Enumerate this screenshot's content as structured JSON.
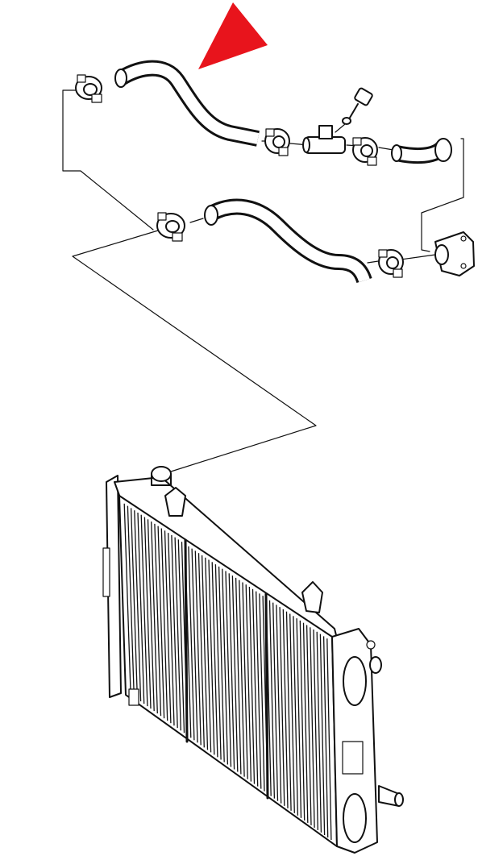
{
  "diagram": {
    "highlight_color": "#e8141c",
    "line_color": "#111111",
    "background": "#ffffff",
    "parts": [
      "clip-upper-left",
      "upper-hose",
      "clip-tee-left",
      "tee-connector",
      "bleed-screw",
      "clip-tee-right",
      "elbow-hose",
      "clip-lower-left",
      "lower-hose",
      "clip-lower-right",
      "thermostat-housing",
      "radiator"
    ],
    "highlighted_part": "upper-hose"
  }
}
